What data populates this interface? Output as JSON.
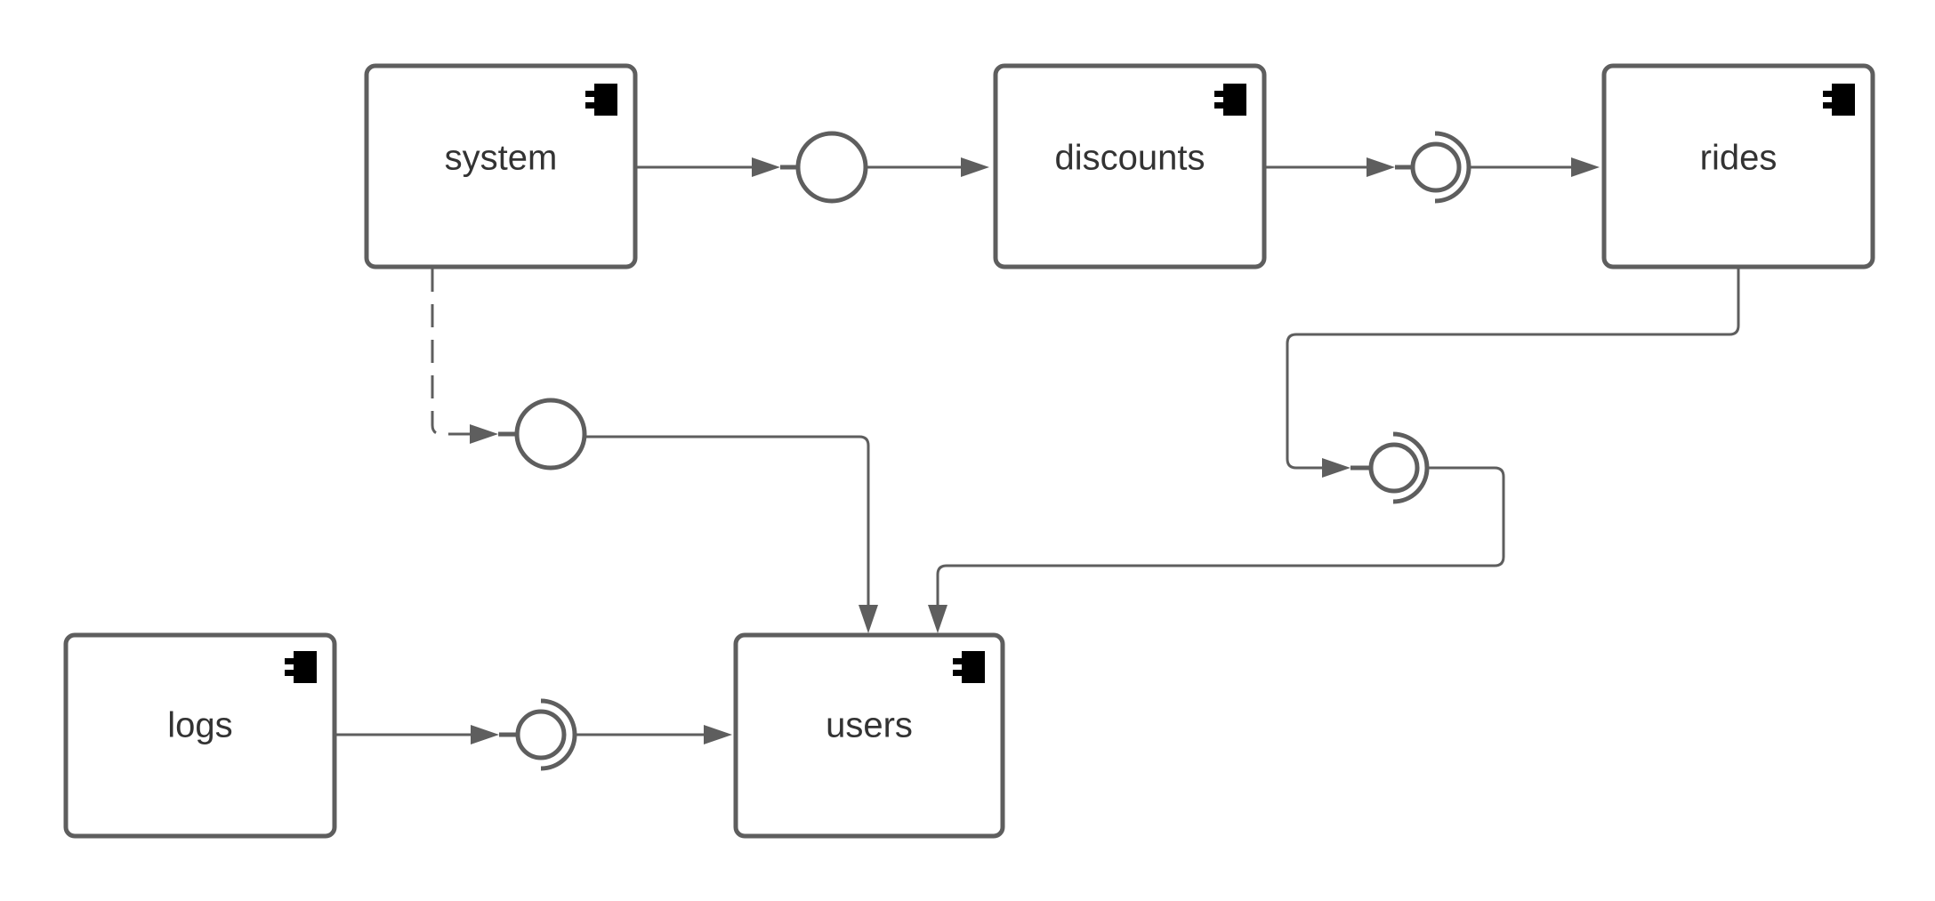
{
  "diagram": {
    "components": [
      {
        "id": "system",
        "label": "system"
      },
      {
        "id": "discounts",
        "label": "discounts"
      },
      {
        "id": "rides",
        "label": "rides"
      },
      {
        "id": "logs",
        "label": "logs"
      },
      {
        "id": "users",
        "label": "users"
      }
    ],
    "connections": [
      {
        "from": "system",
        "to": "discounts",
        "interface": "provided",
        "style": "solid"
      },
      {
        "from": "discounts",
        "to": "rides",
        "interface": "assembly",
        "style": "solid"
      },
      {
        "from": "system",
        "to": "users",
        "interface": "provided",
        "style": "dashed"
      },
      {
        "from": "rides",
        "to": "users",
        "interface": "assembly",
        "style": "solid"
      },
      {
        "from": "logs",
        "to": "users",
        "interface": "assembly",
        "style": "solid"
      }
    ],
    "colors": {
      "stroke": "#5e5e5e",
      "text": "#333333",
      "background": "#ffffff"
    },
    "icons": {
      "component": "uml-component-icon",
      "provided_interface": "lollipop-interface-icon",
      "required_interface": "socket-interface-icon"
    }
  }
}
